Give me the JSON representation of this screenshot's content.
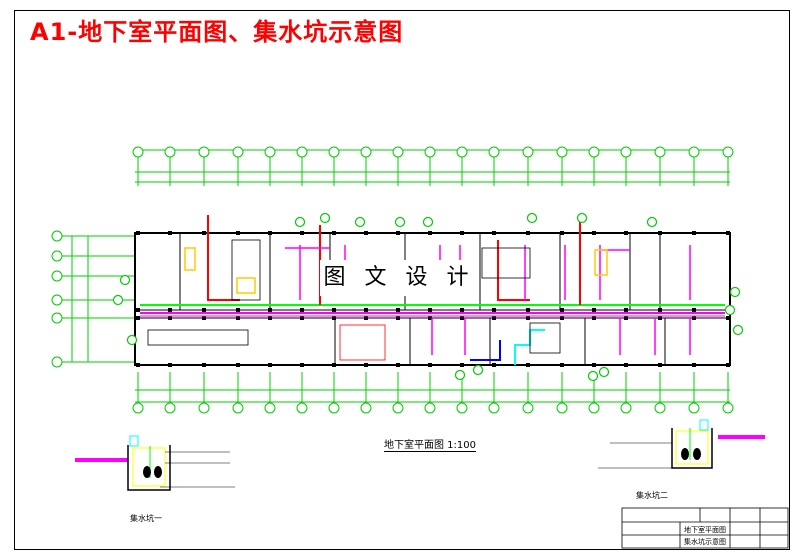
{
  "title": "A1-地下室平面图、集水坑示意图",
  "watermark": "图 文 设 计",
  "plan_caption": "地下室平面图 1:100",
  "pit_one_caption": "集水坑一",
  "pit_two_caption": "集水坑二",
  "title_block": {
    "line1": "地下室平面图",
    "line2": "集水坑示意图"
  },
  "colors": {
    "title": "#ff0000",
    "axis": "#00cc00",
    "pipe_red": "#ff0000",
    "pipe_magenta": "#ff00ff",
    "pipe_cyan": "#00ffff",
    "pipe_green": "#00ff00",
    "pipe_blue": "#0000ff",
    "wall": "#000000"
  }
}
